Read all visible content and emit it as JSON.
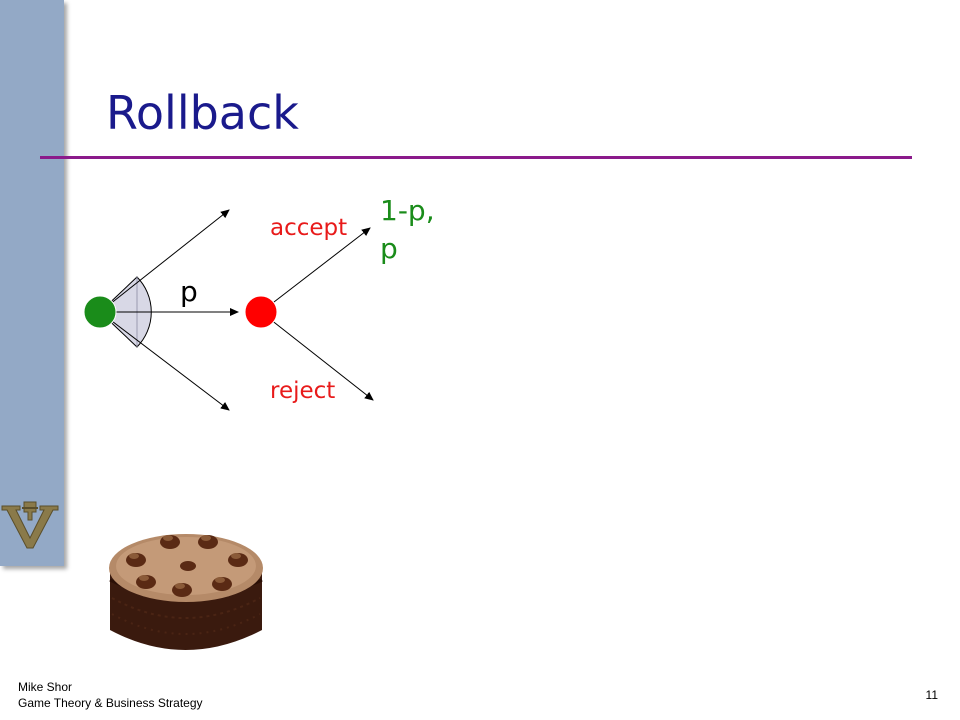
{
  "slide": {
    "title": "Rollback",
    "page_number": "11"
  },
  "footer": {
    "author": "Mike Shor",
    "course": "Game Theory & Business Strategy"
  },
  "game_tree": {
    "offer_label": "p",
    "accept_label": "accept",
    "reject_label": "reject",
    "payoff_line1": "1-p,",
    "payoff_line2": "p"
  },
  "colors": {
    "title": "#1a1a8c",
    "rule": "#8b1a8b",
    "sidebar": "#93a9c6",
    "player1_node": "#1a8c1a",
    "player2_node": "#ff0000",
    "action_label": "#e81a1a",
    "payoff": "#1a8c1a"
  },
  "icons": {
    "logo": "vanderbilt-v-logo",
    "image": "chocolate-cake-image"
  }
}
